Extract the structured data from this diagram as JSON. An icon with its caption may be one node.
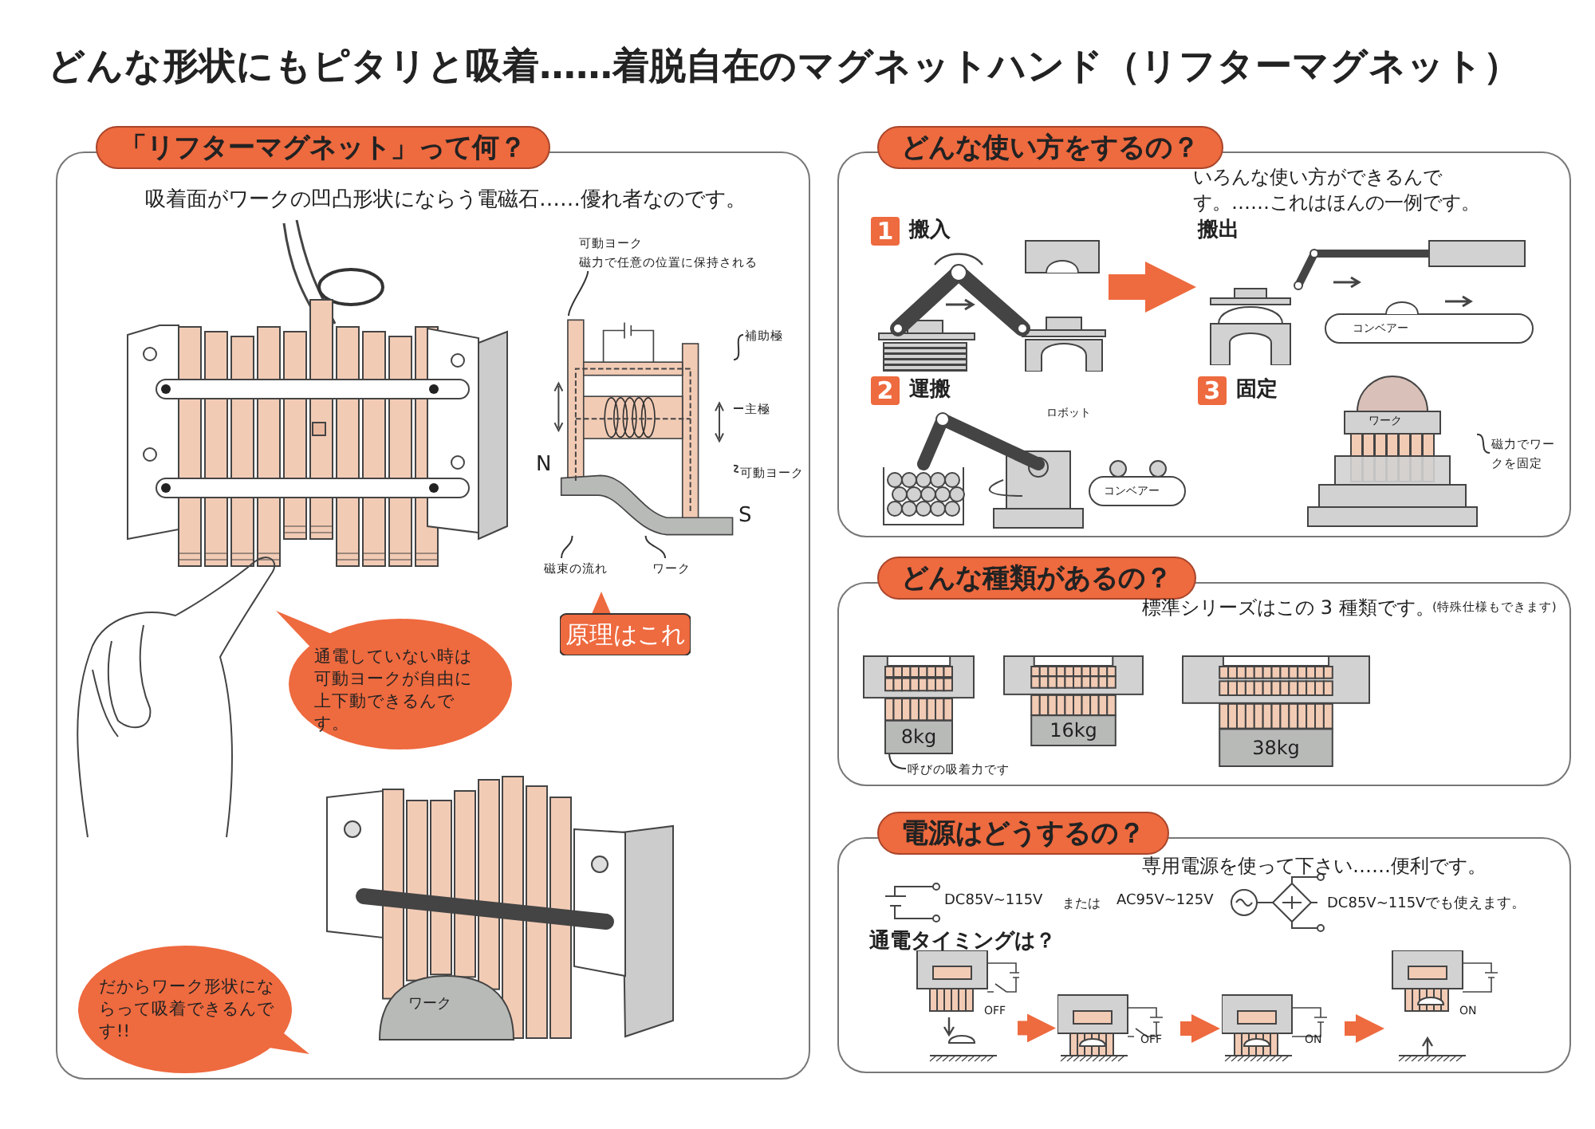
{
  "diagram": {
    "title": "どんな形状にもピタリと吸着……着脱自在のマグネットハンド（リフターマグネット）",
    "nodes": [
      {
        "text": [
          "「リフターマグネット」って何？",
          "吸着面がワークの凹凸形状にならう電磁石……優れ者なのです。"
        ]
      },
      {
        "text": [
          "可動ヨーク",
          "磁力で任意の位置に保持される"
        ],
        "in": 0
      },
      {
        "text": [
          "補助極"
        ],
        "in": 0
      },
      {
        "text": [
          "主極"
        ],
        "in": 0
      },
      {
        "text": [
          "可動ヨーク"
        ],
        "in": 0
      },
      {
        "text": [
          "磁束の流れ"
        ],
        "in": 0
      },
      {
        "text": [
          "ワーク"
        ],
        "in": 0
      },
      {
        "text": [
          "原理はこれ"
        ],
        "in": 0
      },
      {
        "text": [
          "通電していない時は可動ヨークが自由に上下動できるんです。"
        ],
        "in": 0
      },
      {
        "text": [
          "だからワーク形状にならって吸着できるんです!!"
        ],
        "in": 0
      },
      {
        "text": [
          "どんな使い方をするの？",
          "いろんな使い方ができるんです。……これはほんの一例です。"
        ]
      },
      {
        "text": [
          "1",
          "搬入"
        ],
        "in": 10
      },
      {
        "text": [
          "搬出"
        ],
        "in": 10
      },
      {
        "text": [
          "2",
          "運搬"
        ],
        "in": 10
      },
      {
        "text": [
          "3",
          "固定"
        ],
        "in": 10
      },
      {
        "text": [
          "磁力でワークを固定"
        ],
        "in": 10
      },
      {
        "text": [
          "どんな種類があるの？",
          "標準シリーズはこの 3 種類です。",
          "(特殊仕様もできます)"
        ]
      },
      {
        "text": [
          "8kg"
        ],
        "in": 16
      },
      {
        "text": [
          "16kg"
        ],
        "in": 16
      },
      {
        "text": [
          "38kg"
        ],
        "in": 16
      },
      {
        "text": [
          "呼びの吸着力です"
        ],
        "in": 16
      },
      {
        "text": [
          "電源はどうするの？",
          "専用電源を使って下さい……便利です。"
        ]
      },
      {
        "text": [
          "OFF"
        ],
        "in": 21
      },
      {
        "text": [
          "OFF"
        ],
        "in": 21
      },
      {
        "text": [
          "ON"
        ],
        "in": 21
      },
      {
        "text": [
          "ON"
        ],
        "in": 21
      },
      {
        "text": [],
        "shape": "picture",
        "in": 0,
        "beside": [
          "N",
          "S"
        ]
      },
      {
        "text": [],
        "shape": "picture",
        "in": 10
      }
    ],
    "edges": [
      {
        "from": 11,
        "to": 12,
        "arrow": "to",
        "style": "thick",
        "color": "#ee6a3f"
      },
      {
        "from": 22,
        "to": 23,
        "arrow": "to",
        "style": "thick",
        "color": "#ee6a3f"
      },
      {
        "from": 23,
        "to": 24,
        "arrow": "to",
        "style": "thick",
        "color": "#ee6a3f"
      },
      {
        "from": 24,
        "to": 25,
        "arrow": "to",
        "style": "thick",
        "color": "#ee6a3f"
      },
      {
        "from": 1,
        "to": 26,
        "arrow": "none"
      },
      {
        "from": 2,
        "to": 26,
        "arrow": "none"
      },
      {
        "from": 3,
        "to": 26,
        "arrow": "none"
      },
      {
        "from": 4,
        "to": 26,
        "arrow": "none"
      },
      {
        "from": 5,
        "to": 26,
        "arrow": "none"
      },
      {
        "from": 6,
        "to": 26,
        "arrow": "none"
      },
      {
        "from": 15,
        "to": 27,
        "arrow": "none"
      },
      {
        "from": 20,
        "to": 17,
        "arrow": "none"
      }
    ],
    "labels": [
      "ワーク",
      "コンベアー",
      "ロボット",
      "コンベアー",
      "ワーク",
      "DC85V~115V",
      "または",
      "AC95V~125V",
      "DC85V~115Vでも使えます。",
      "通電タイミングは？"
    ]
  }
}
